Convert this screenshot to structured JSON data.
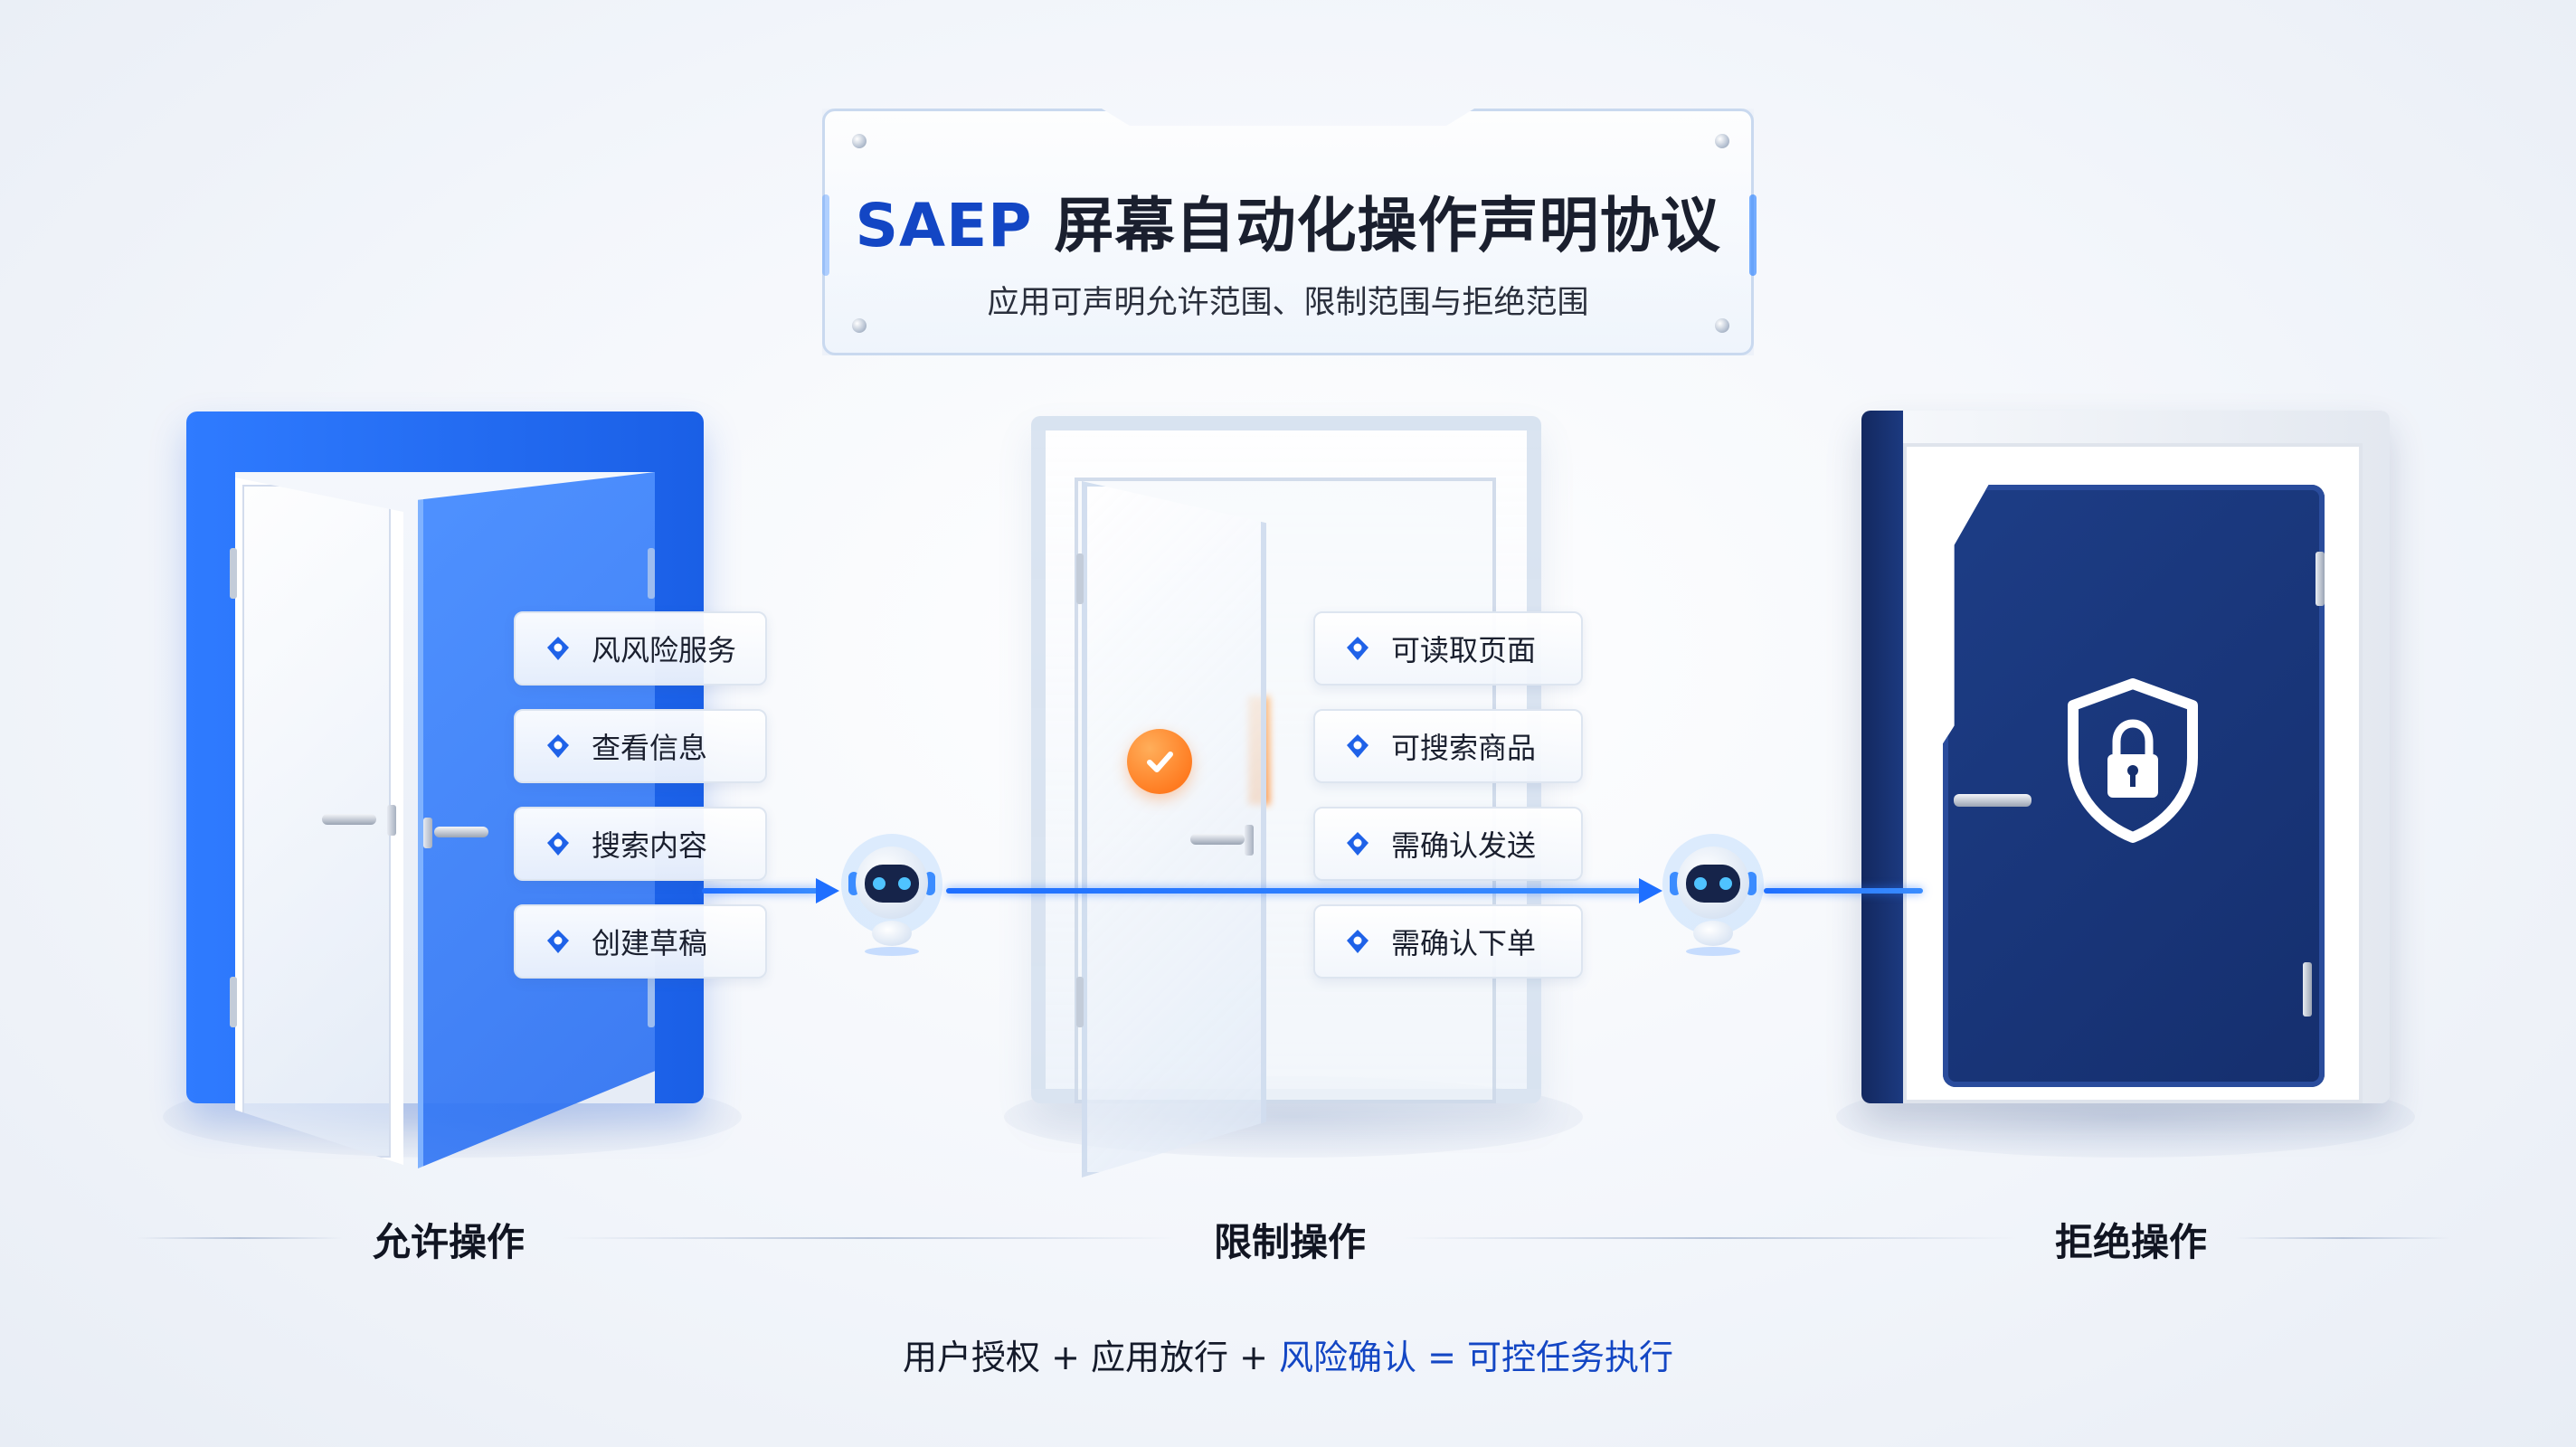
{
  "banner": {
    "title_brand": "SAEP",
    "title_rest": "屏幕自动化操作声明协议",
    "subtitle": "应用可声明允许范围、限制范围与拒绝范围"
  },
  "allow": {
    "label": "允许操作",
    "items": [
      "风风险服务",
      "查看信息",
      "搜索内容",
      "创建草稿"
    ]
  },
  "limit": {
    "label": "限制操作",
    "items": [
      "可读取页面",
      "可搜索商品",
      "需确认发送",
      "需确认下单"
    ]
  },
  "deny": {
    "label": "拒绝操作"
  },
  "formula": {
    "part1": "用户授权 + 应用放行 + ",
    "part2": "风险确认 = 可控任务执行"
  },
  "colors": {
    "brand_blue": "#1346c4",
    "allow_blue": "#2f7bff",
    "deny_navy": "#152f6e",
    "check_orange": "#ff7a1f"
  },
  "icons": {
    "pill": "diamond-location-icon",
    "agent": "robot-icon",
    "check": "check-circle-icon",
    "deny": "shield-lock-icon"
  }
}
